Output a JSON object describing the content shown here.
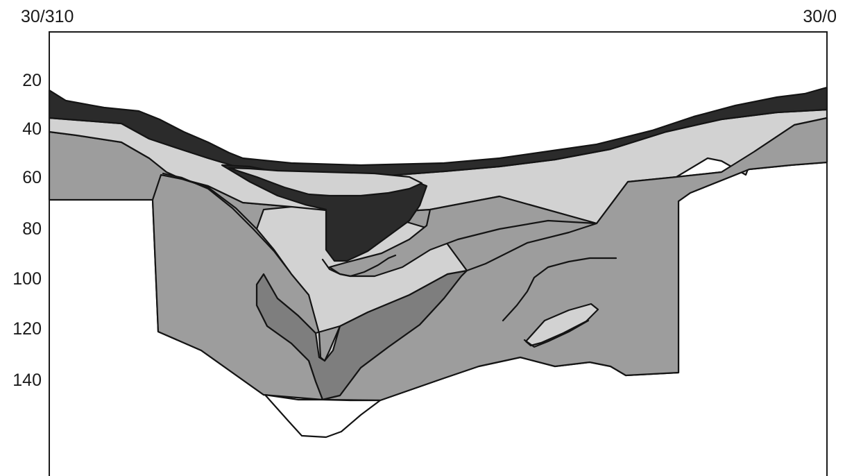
{
  "corner_labels": {
    "left": "30/310",
    "right": "30/0"
  },
  "depth_ticks": [
    "20",
    "40",
    "60",
    "80",
    "100",
    "120",
    "140"
  ],
  "colors": {
    "background": "#ffffff",
    "dark_layer": "#2b2b2b",
    "light_fill": "#d2d2d2",
    "mid_fill": "#9d9d9d",
    "darker_fill": "#7e7e7e",
    "line": "#141414"
  }
}
